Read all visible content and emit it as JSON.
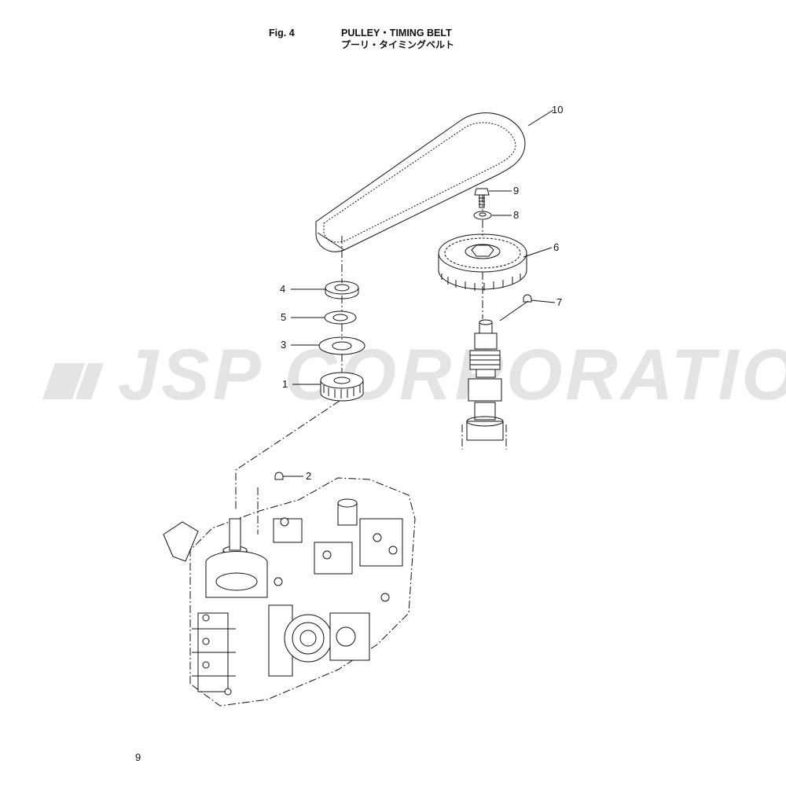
{
  "header": {
    "fig_label": "Fig. 4",
    "title_en": "PULLEY・TIMING BELT",
    "title_jp": "プーリ・タイミングベルト"
  },
  "watermark": "JSP CORPORATION",
  "callouts": {
    "c1": "1",
    "c2": "2",
    "c3": "3",
    "c4": "4",
    "c5": "5",
    "c6": "6",
    "c7": "7",
    "c8": "8",
    "c9": "9",
    "c10": "10"
  },
  "page_number": "9"
}
